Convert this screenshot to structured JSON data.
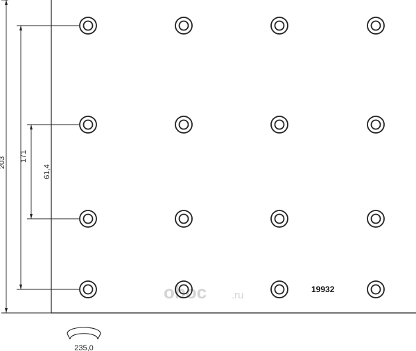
{
  "diagram": {
    "part_number": "19932",
    "watermark": {
      "brand": "oboc",
      "tld": ".ru"
    },
    "dimensions": {
      "total_height": "203",
      "outer_hole_span": "171",
      "inner_hole_span": "61,4",
      "arc_length": "235,0"
    },
    "hole_grid": {
      "rows": 4,
      "columns": 4
    },
    "colors": {
      "line": "#222222",
      "watermark": "#d4d4d4",
      "background": "#ffffff"
    }
  }
}
